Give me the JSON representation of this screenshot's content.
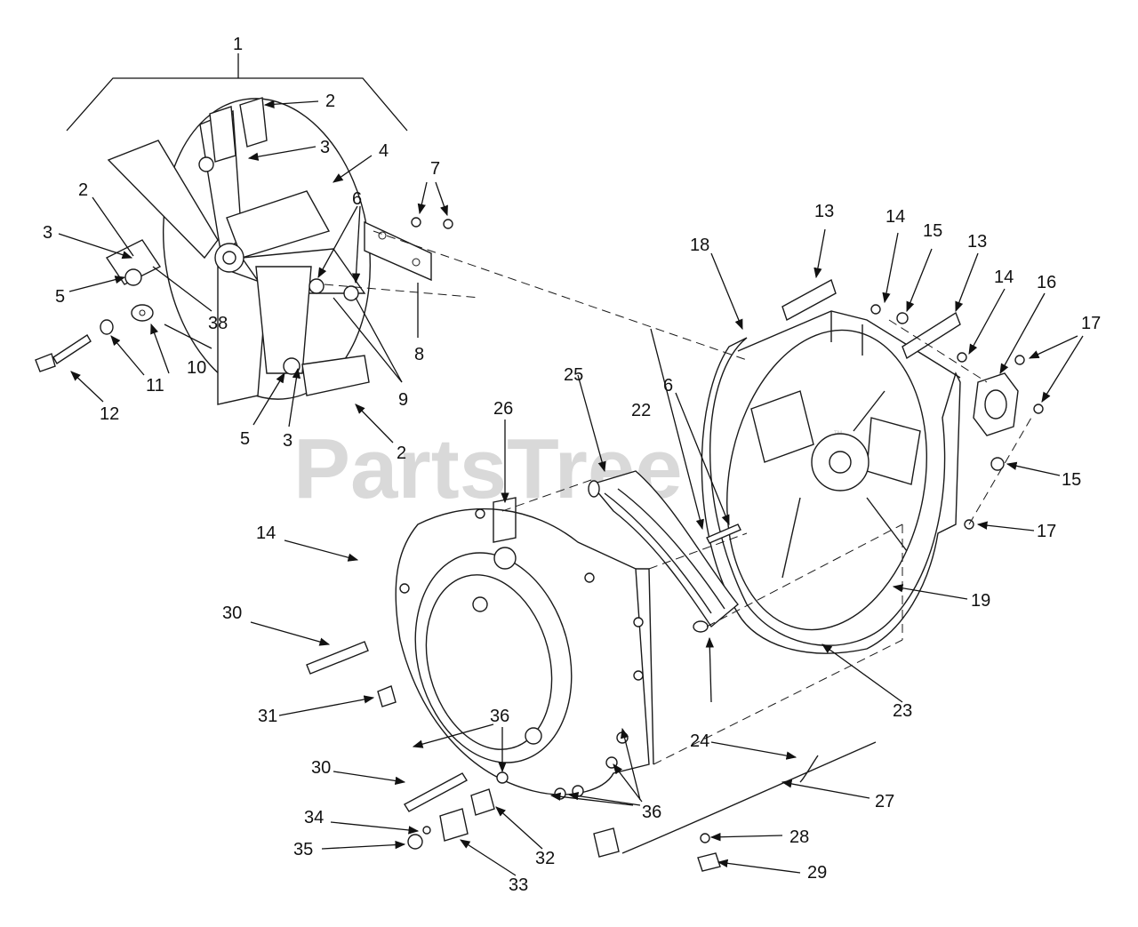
{
  "diagram": {
    "watermark": "PartsTree",
    "watermark_mark": "™",
    "callouts": [
      "1",
      "2",
      "3",
      "4",
      "5",
      "6",
      "7",
      "8",
      "9",
      "10",
      "11",
      "12",
      "13",
      "14",
      "15",
      "16",
      "17",
      "18",
      "19",
      "22",
      "23",
      "24",
      "25",
      "26",
      "27",
      "28",
      "29",
      "30",
      "31",
      "32",
      "33",
      "34",
      "35",
      "36",
      "38"
    ]
  }
}
